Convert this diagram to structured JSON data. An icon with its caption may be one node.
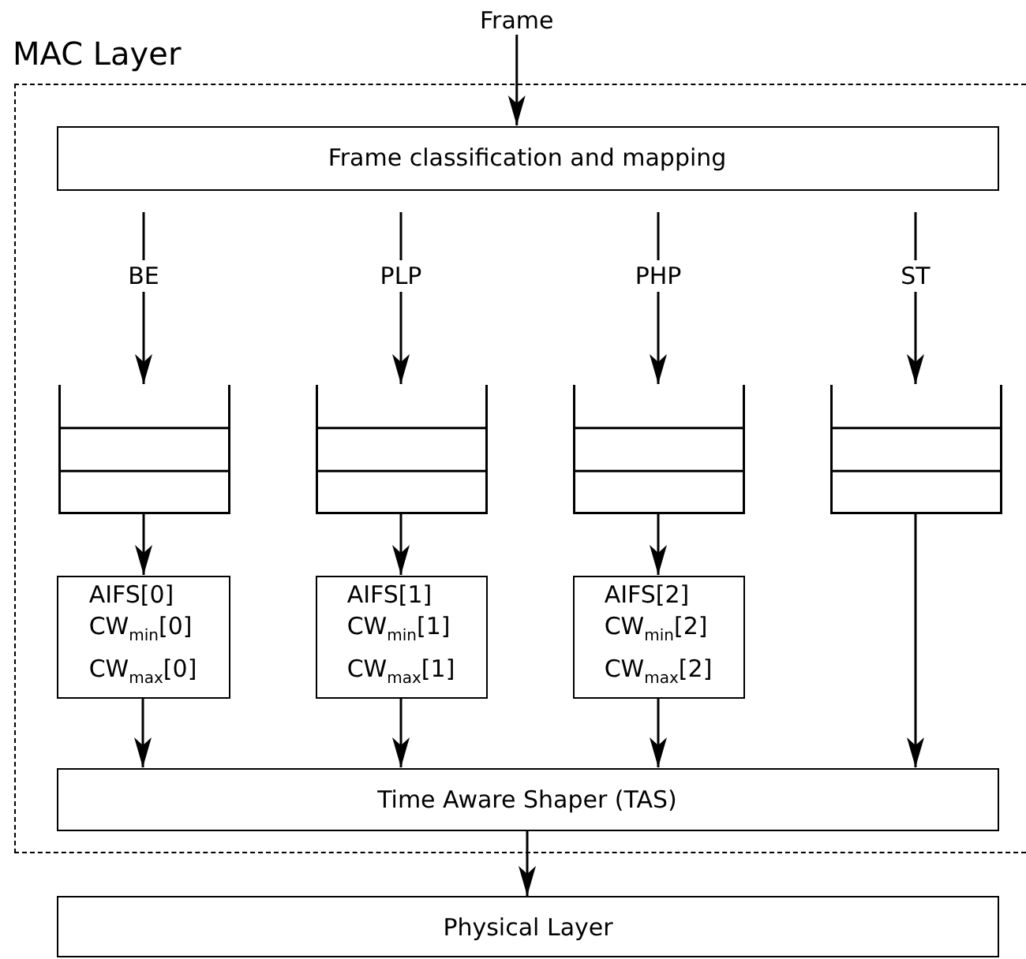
{
  "diagram": {
    "nodes": [
      {
        "text": [
          "MAC Layer"
        ]
      },
      {
        "text": [
          "Frame"
        ]
      },
      {
        "text": [
          "Frame classification and mapping"
        ],
        "in": 0
      },
      {
        "text": [],
        "shape": "box",
        "in": 0
      },
      {
        "text": [],
        "shape": "box",
        "in": 0
      },
      {
        "text": [],
        "shape": "box",
        "in": 0
      },
      {
        "text": [],
        "shape": "box",
        "in": 0
      },
      {
        "text": [
          "AIFS[0] CW$_{min}$[0] CW$_{max}$[0]"
        ],
        "in": 0
      },
      {
        "text": [
          "AIFS[1] CW$_{min}$[1] CW$_{max}$[1]"
        ],
        "in": 0
      },
      {
        "text": [
          "AIFS[2] CW$_{min}$[2] CW$_{max}$[2]"
        ],
        "in": 0
      },
      {
        "text": [
          "Time Aware Shaper (TAS)"
        ],
        "in": 0
      },
      {
        "text": [
          "Physical Layer"
        ]
      }
    ],
    "edges": [
      {
        "from": 1,
        "to": 2,
        "arrow": "to"
      },
      {
        "from": 2,
        "to": 3,
        "arrow": "to",
        "label": "BE"
      },
      {
        "from": 2,
        "to": 4,
        "arrow": "to",
        "label": "PLP"
      },
      {
        "from": 2,
        "to": 5,
        "arrow": "to",
        "label": "PHP"
      },
      {
        "from": 2,
        "to": 6,
        "arrow": "to",
        "label": "ST"
      },
      {
        "from": 3,
        "to": 7,
        "arrow": "to"
      },
      {
        "from": 4,
        "to": 8,
        "arrow": "to"
      },
      {
        "from": 5,
        "to": 9,
        "arrow": "to"
      },
      {
        "from": 7,
        "to": 10,
        "arrow": "to"
      },
      {
        "from": 8,
        "to": 10,
        "arrow": "to"
      },
      {
        "from": 9,
        "to": 10,
        "arrow": "to"
      },
      {
        "from": 6,
        "to": 10,
        "arrow": "to"
      },
      {
        "from": 10,
        "to": 11,
        "arrow": "to"
      }
    ]
  }
}
